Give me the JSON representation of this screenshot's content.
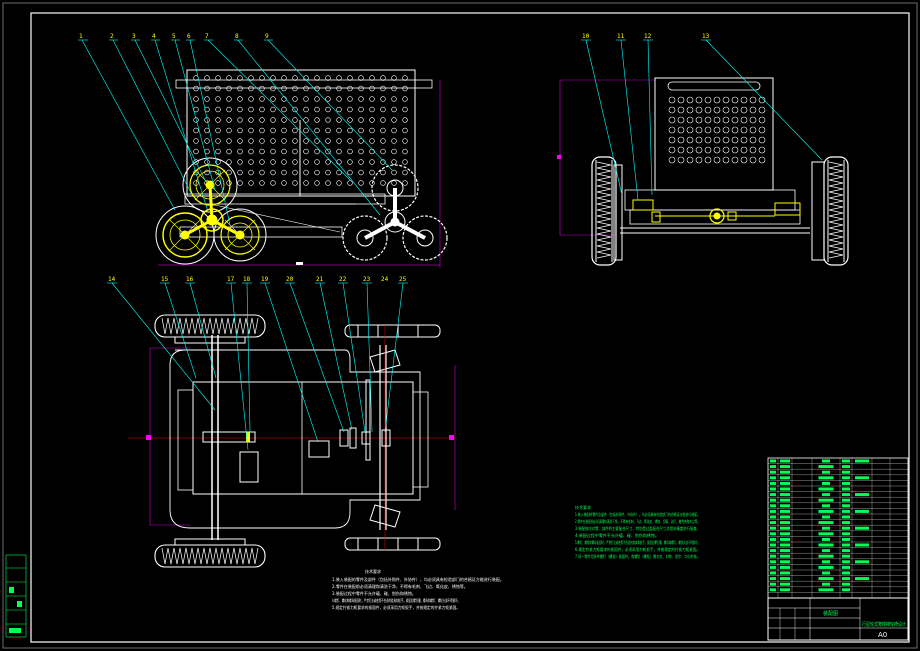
{
  "drawing": {
    "sheet_size": "A0",
    "part_labels_front": [
      "1",
      "2",
      "3",
      "4",
      "5",
      "6",
      "7",
      "8",
      "9"
    ],
    "part_labels_side": [
      "10",
      "11",
      "12",
      "13"
    ],
    "part_labels_top": [
      "14",
      "15",
      "16",
      "17",
      "18",
      "19",
      "20",
      "21",
      "22",
      "23",
      "24",
      "25"
    ],
    "tech_notes_left": {
      "title": "技术要求",
      "lines": [
        "1.装入装配的零件及部件（包括外购件、外协件），均必须具有检验部门的合格证方能进行装配。",
        "2.零件在装配前必须清理和清洗干净，不得有毛刺、飞边、氧化皮、锈蚀等。",
        "3.装配过程中零件不允许磕、碰、划伤和锈蚀。",
        "4.螺钉、螺栓和螺母紧固时，严禁打击或使用不合适的旋具和扳手。紧固后螺钉槽、螺母和螺钉、螺栓头部不得损坏。",
        "5.规定拧紧力矩要求的紧固件，必须采用力矩扳手，并按规定的拧紧力矩紧固。"
      ]
    },
    "tech_notes_right": {
      "title": "技术要求",
      "lines": [
        "1.装入装配的零件及部件（包括外购件、外协件），均必须具有检验部门的合格证方能进行装配。",
        "2.零件在装配前必须清理和清洗干净，不得有毛刺、飞边、氧化皮、锈蚀、切屑、油污、着色剂和灰尘等。",
        "3.装配前应对零、部件的主要配合尺寸，特别是过盈配合尺寸及相关精度进行复查。",
        "4.装配过程中零件不允许磕、碰、划伤和锈蚀。",
        "5.螺钉、螺栓和螺母紧固时，严禁打击或使用不合适的旋具和扳手。紧固后螺钉槽、螺母和螺钉、螺栓头部不得损坏。",
        "6.规定拧紧力矩要求的紧固件，必须采用力矩扳手，并按规定的拧紧力矩紧固。",
        "7.同一零件用多件螺钉（螺栓）紧固时，各螺钉（螺栓）需交叉、对称、逐步、均匀拧紧。"
      ]
    },
    "title_block": {
      "drawing_name": "装配图",
      "project_name": "行星轮式爬楼梯轮椅设计",
      "size": "A0"
    }
  },
  "colors": {
    "background": "#000000",
    "frame": "#ffffff",
    "part_outline": "#ffffff",
    "gear": "#ffff00",
    "leader": "#00ffff",
    "centerline": "#ff0000",
    "dimension": "#ff00ff",
    "text_green": "#00ff55"
  }
}
